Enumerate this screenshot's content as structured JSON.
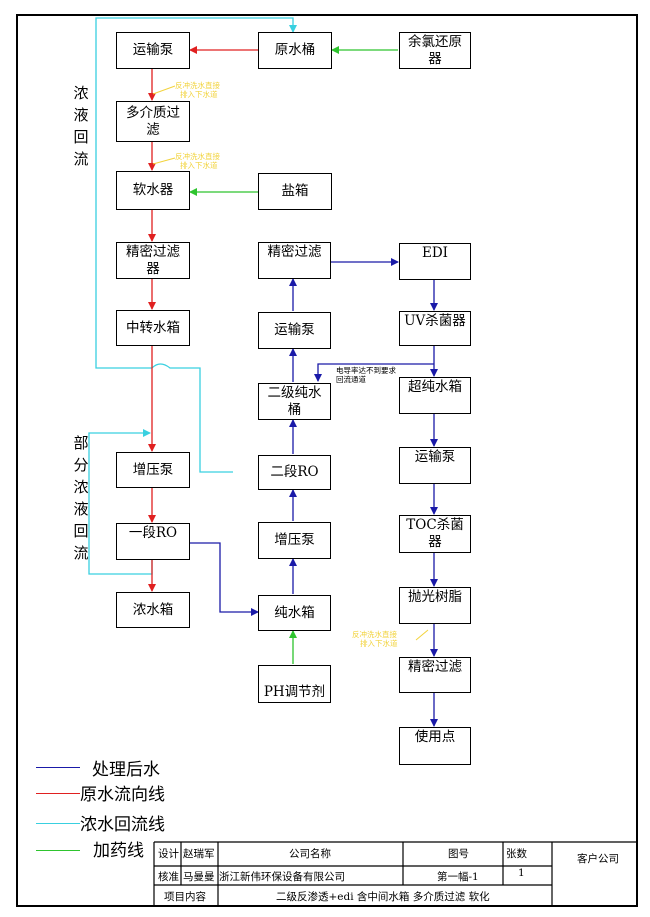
{
  "nodes": {
    "transport_pump_1": "运输泵",
    "raw_tank": "原水桶",
    "chlorine_reducer": "余氯还原器",
    "multimedia_filter": "多介质过滤",
    "softener": "软水器",
    "salt_tank": "盐箱",
    "precision_filter_1": "精密过滤器",
    "transfer_tank": "中转水箱",
    "booster_pump_1": "增压泵",
    "ro_stage_1": "一段RO",
    "concentrate_tank": "浓水箱",
    "precision_filter_2": "精密过滤",
    "transport_pump_2": "运输泵",
    "secondary_pure_tank": "二级纯水桶",
    "ro_stage_2": "二段RO",
    "booster_pump_2": "增压泵",
    "pure_tank": "纯水箱",
    "ph_agent": "PH调节剂",
    "edi": "EDI",
    "uv_sterilizer": "UV杀菌器",
    "ultrapure_tank": "超纯水箱",
    "transport_pump_3": "运输泵",
    "toc_sterilizer": "TOC杀菌器",
    "polishing_resin": "抛光树脂",
    "precision_filter_3": "精密过滤",
    "point_of_use": "使用点"
  },
  "side_labels": {
    "concentrate_return": "浓液回流",
    "partial_concentrate_return": "部分浓液回流"
  },
  "notes": {
    "backwash_1": [
      "反冲洗水直接",
      "排入下水道"
    ],
    "backwash_2": [
      "反冲洗水直接",
      "排入下水道"
    ],
    "backwash_3": [
      "反冲洗水直接",
      "排入下水道"
    ],
    "conductivity_return": [
      "电导率达不到要求",
      "回流通道"
    ]
  },
  "legend": [
    {
      "label": "处理后水",
      "color": "#1a1aa8"
    },
    {
      "label": "原水流向线",
      "color": "#e02020"
    },
    {
      "label": "浓水回流线",
      "color": "#39d0e0"
    },
    {
      "label": "加药线",
      "color": "#2ec42e"
    }
  ],
  "title_block": {
    "design_label": "设计",
    "designer": "赵瑞军",
    "company_label": "公司名称",
    "drawing_no_label": "图号",
    "sheets_label": "张数",
    "client_label": "客户公司",
    "check_label": "核准",
    "checker": "马曼曼",
    "company": "浙江新伟环保设备有限公司",
    "drawing_no": "第一幅-1",
    "sheets": "1",
    "project_label": "项目内容",
    "project": "二级反渗透+edi  含中间水箱  多介质过滤  软化"
  },
  "colors": {
    "treated": "#1a1aa8",
    "raw": "#e02020",
    "concentrate": "#39d0e0",
    "dosing": "#2ec42e",
    "note": "#f2d33c"
  }
}
